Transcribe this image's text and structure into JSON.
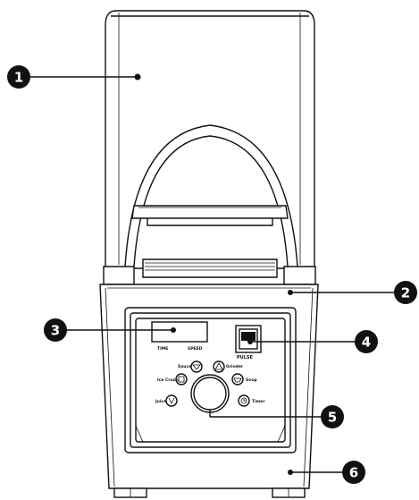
{
  "callouts": [
    "1",
    "2",
    "3",
    "4",
    "5",
    "6"
  ],
  "panel": {
    "display_labels": [
      "TIME",
      "SPEED"
    ],
    "pulse_label": "PULSE",
    "programs": [
      "Sauce",
      "Grinder",
      "Ice Crush",
      "Soup",
      "Juice",
      "Timer"
    ]
  }
}
